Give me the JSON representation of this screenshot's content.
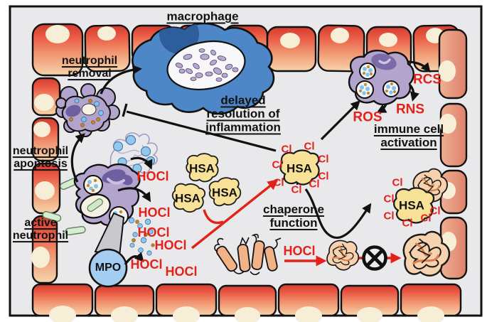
{
  "figure": {
    "title": "macrophage",
    "labels": {
      "neutrophil_removal": "neutrophil removal",
      "neutrophil_apoptosis": "neutrophil apoptosis",
      "active_neutrophil": "active neutrophil",
      "delayed_resolution": "delayed resolution of inflammation",
      "chaperone_function": "chaperone function",
      "immune_cell_activation": "immune cell activation"
    },
    "molecules": {
      "hocl": "HOCl",
      "hsa": "HSA",
      "mpo": "MPO",
      "cl": "Cl",
      "rcs": "RCS",
      "rns": "RNS",
      "ros": "ROS"
    },
    "colors": {
      "hocl_red": "#e32119",
      "hsa_yellow": "#f8e298",
      "macrophage_blue": "#4d87c7",
      "neutrophil_purple": "#b2a4cd",
      "mpo_blue": "#a5cdf1",
      "tissue_red": "#ea5a44",
      "background": "#e9e9eb"
    }
  }
}
